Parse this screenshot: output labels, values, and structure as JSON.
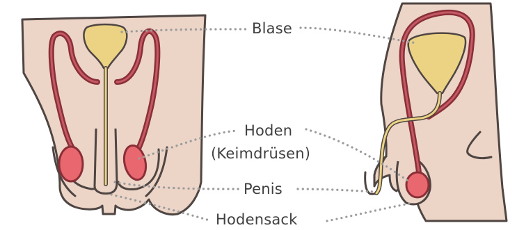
{
  "labels": {
    "bladder": "Blase",
    "testes_line1": "Hoden",
    "testes_line2": "(Keimdrüsen)",
    "penis": "Penis",
    "scrotum": "Hodensack"
  },
  "colors": {
    "skin": "#ecd4c7",
    "outline": "#4f4542",
    "bladder": "#ecd383",
    "duct": "#8a2f38",
    "duct_inner": "#c45a64",
    "testis": "#e9686f",
    "urethra": "#ecd383",
    "leader_dots": "#9b9b9b",
    "text": "#3f3f3f"
  }
}
